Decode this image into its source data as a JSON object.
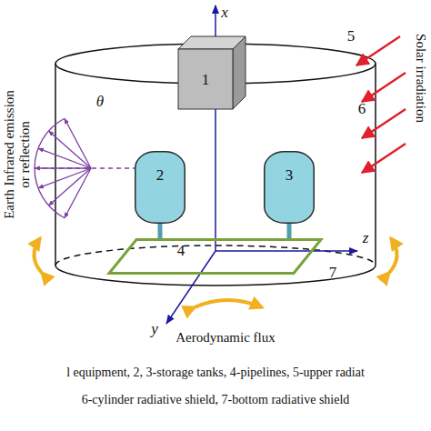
{
  "diagram": {
    "nodes": [
      {
        "text": [
          "1"
        ]
      },
      {
        "text": [
          "2"
        ]
      },
      {
        "text": [
          "3"
        ]
      },
      {
        "text": [
          "4"
        ]
      }
    ],
    "edges": [
      {
        "from": 1,
        "to": 3,
        "arrow": "none"
      },
      {
        "from": 2,
        "to": 3,
        "arrow": "none"
      }
    ],
    "labels": [
      "x",
      "y",
      "z",
      "θ",
      "5",
      "6",
      "7",
      "Earth Infrared emission or reflection",
      "Solar irradiation",
      "Aerodynamic flux",
      "l equipment, 2, 3-storage tanks, 4-pipelines, 5-upper radiat",
      "6-cylinder radiative shield, 7-bottom radiative shield"
    ]
  }
}
